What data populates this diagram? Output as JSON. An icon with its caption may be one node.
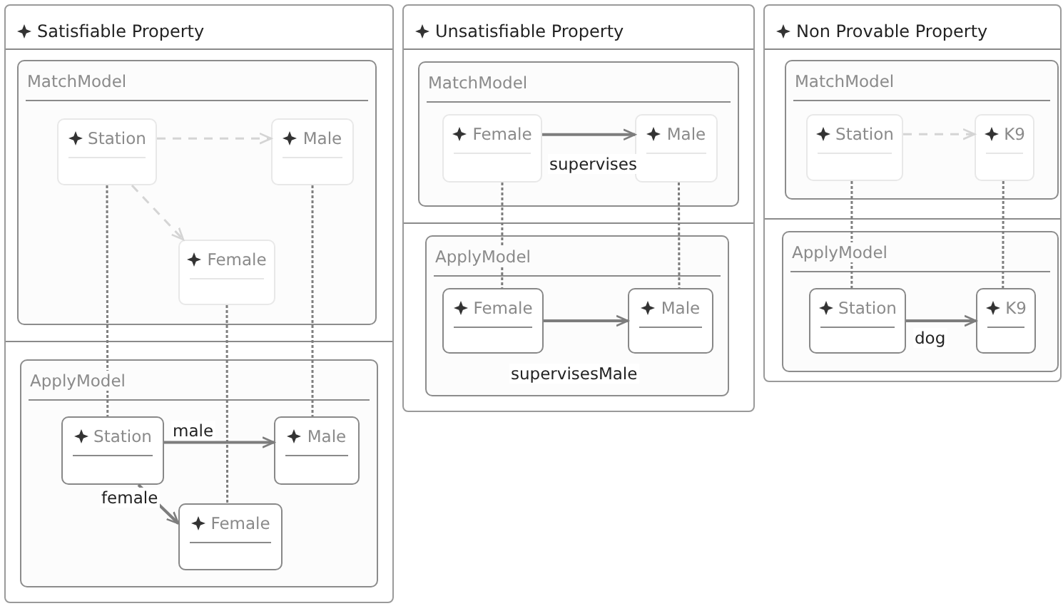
{
  "diagram": {
    "nodes": [
      {
        "text": [
          "Satisfiable Property"
        ]
      },
      {
        "text": [
          "MatchModel"
        ],
        "in": 0
      },
      {
        "text": [
          "Station"
        ],
        "in": 1
      },
      {
        "text": [
          "Male"
        ],
        "in": 1
      },
      {
        "text": [
          "Female"
        ],
        "in": 1
      },
      {
        "text": [
          "ApplyModel"
        ],
        "in": 0
      },
      {
        "text": [
          "Station"
        ],
        "in": 5
      },
      {
        "text": [
          "Male"
        ],
        "in": 5
      },
      {
        "text": [
          "Female"
        ],
        "in": 5
      },
      {
        "text": [
          "Unsatisfiable Property"
        ]
      },
      {
        "text": [
          "MatchModel"
        ],
        "in": 9
      },
      {
        "text": [
          "Female"
        ],
        "in": 10
      },
      {
        "text": [
          "Male"
        ],
        "in": 10
      },
      {
        "text": [
          "ApplyModel"
        ],
        "in": 9
      },
      {
        "text": [
          "Female"
        ],
        "in": 13
      },
      {
        "text": [
          "Male"
        ],
        "in": 13
      },
      {
        "text": [
          "Non Provable Property"
        ]
      },
      {
        "text": [
          "MatchModel"
        ],
        "in": 16
      },
      {
        "text": [
          "Station"
        ],
        "in": 17
      },
      {
        "text": [
          "K9"
        ],
        "in": 17
      },
      {
        "text": [
          "ApplyModel"
        ],
        "in": 16
      },
      {
        "text": [
          "Station"
        ],
        "in": 20
      },
      {
        "text": [
          "K9"
        ],
        "in": 20
      }
    ],
    "edges": [
      {
        "from": 2,
        "to": 3,
        "arrow": "to",
        "style": "dashed",
        "color": "#d4d4d4"
      },
      {
        "from": 2,
        "to": 4,
        "arrow": "to",
        "style": "dashed",
        "color": "#d4d4d4"
      },
      {
        "from": 2,
        "to": 6,
        "arrow": "none",
        "style": "dashed"
      },
      {
        "from": 3,
        "to": 7,
        "arrow": "none",
        "style": "dashed"
      },
      {
        "from": 4,
        "to": 8,
        "arrow": "none",
        "style": "dashed"
      },
      {
        "from": 6,
        "to": 7,
        "arrow": "to",
        "label": "male"
      },
      {
        "from": 6,
        "to": 8,
        "arrow": "to",
        "label": "female"
      },
      {
        "from": 11,
        "to": 12,
        "arrow": "to",
        "label": "supervises"
      },
      {
        "from": 11,
        "to": 14,
        "arrow": "none",
        "style": "dashed"
      },
      {
        "from": 12,
        "to": 15,
        "arrow": "none",
        "style": "dashed"
      },
      {
        "from": 14,
        "to": 15,
        "arrow": "to",
        "label": "supervisesMale"
      },
      {
        "from": 18,
        "to": 19,
        "arrow": "to",
        "style": "dashed",
        "color": "#d4d4d4"
      },
      {
        "from": 18,
        "to": 21,
        "arrow": "none",
        "style": "dashed"
      },
      {
        "from": 19,
        "to": 22,
        "arrow": "none",
        "style": "dashed"
      },
      {
        "from": 21,
        "to": 22,
        "arrow": "to",
        "label": "dog"
      }
    ]
  }
}
